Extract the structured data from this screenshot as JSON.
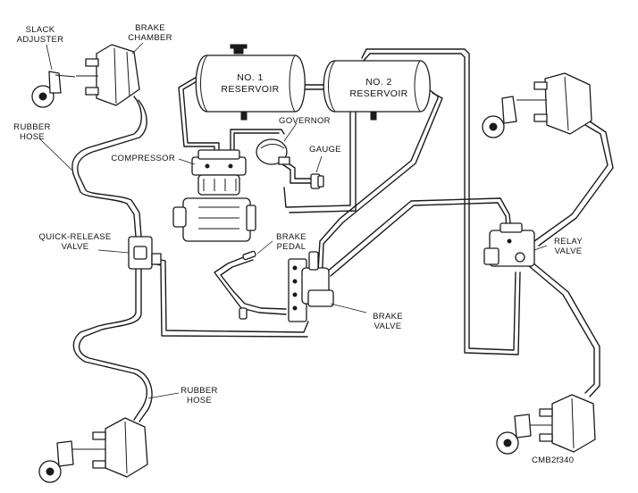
{
  "labels": {
    "slack_adjuster_1": "SLACK",
    "slack_adjuster_2": "ADJUSTER",
    "brake_chamber_1": "BRAKE",
    "brake_chamber_2": "CHAMBER",
    "rubber_hose_top_1": "RUBBER",
    "rubber_hose_top_2": "HOSE",
    "compressor": "COMPRESSOR",
    "quick_release_1": "QUICK-RELEASE",
    "quick_release_2": "VALVE",
    "reservoir_1a": "NO. 1",
    "reservoir_1b": "RESERVOIR",
    "reservoir_2a": "NO. 2",
    "reservoir_2b": "RESERVOIR",
    "governor": "GOVERNOR",
    "gauge": "GAUGE",
    "brake_pedal_1": "BRAKE",
    "brake_pedal_2": "PEDAL",
    "brake_valve_1": "BRAKE",
    "brake_valve_2": "VALVE",
    "relay_valve_1": "RELAY",
    "relay_valve_2": "VALVE",
    "rubber_hose_bottom_1": "RUBBER",
    "rubber_hose_bottom_2": "HOSE",
    "figure_code": "CMB2f340"
  }
}
